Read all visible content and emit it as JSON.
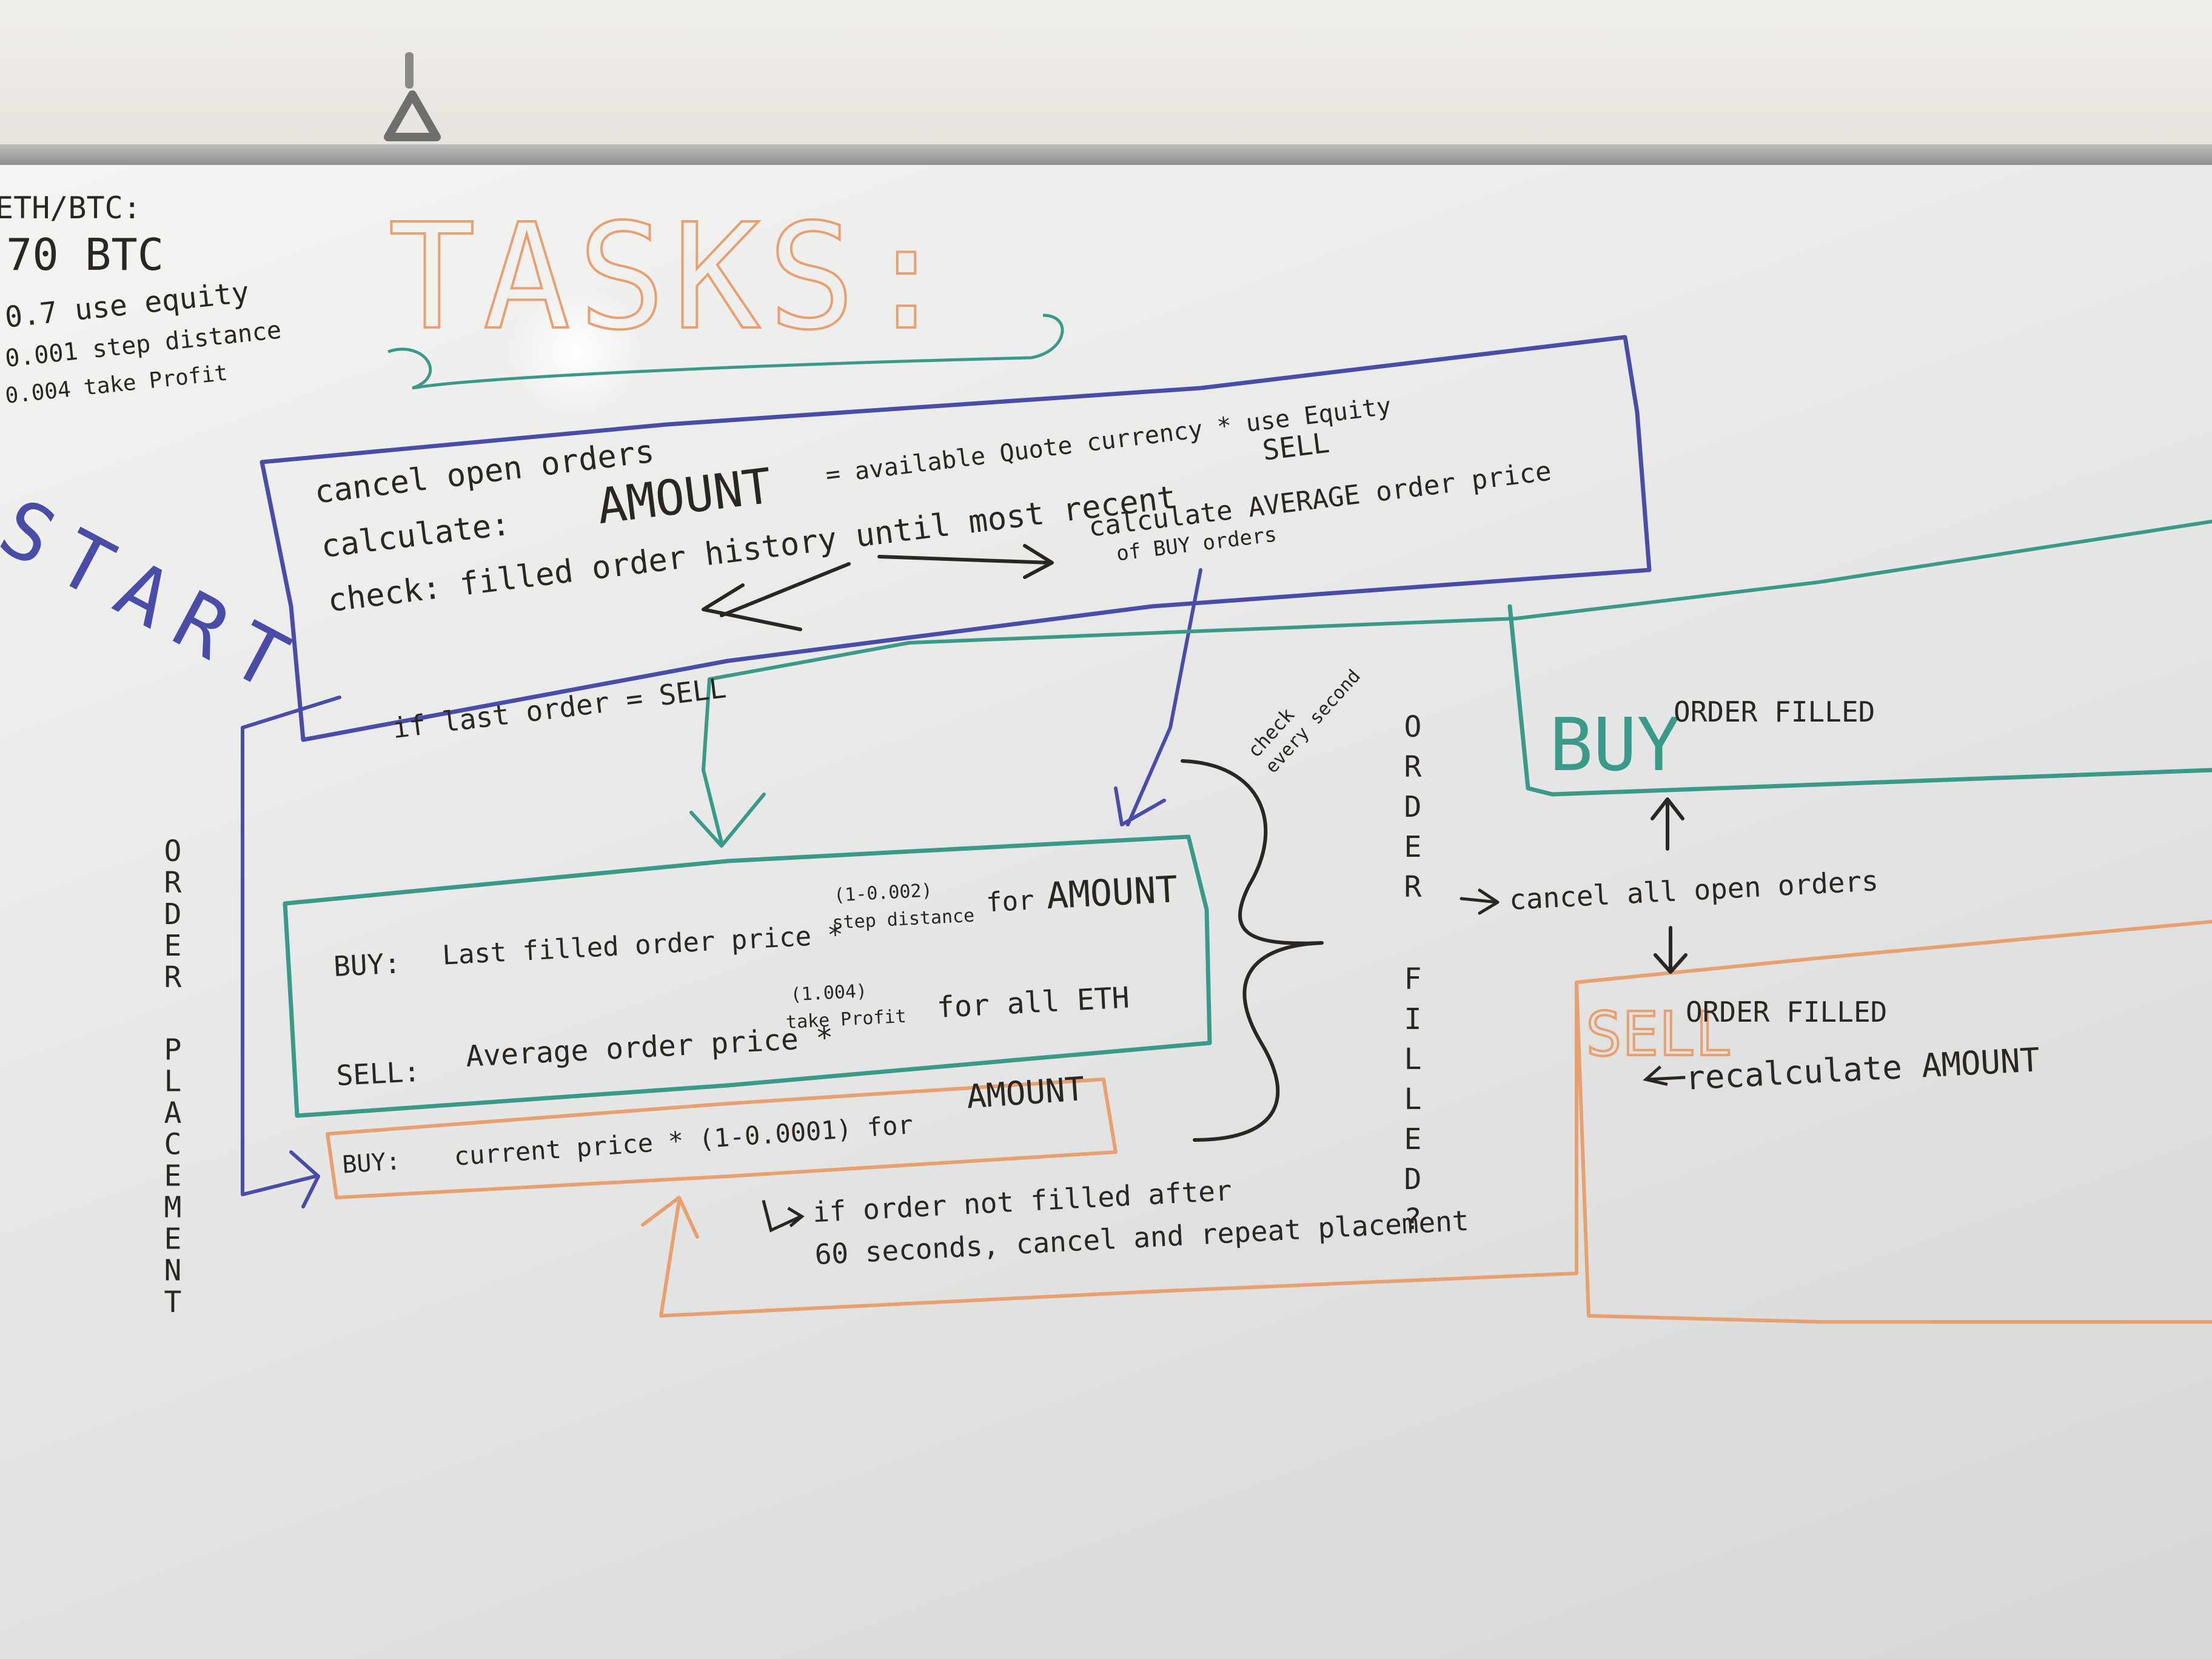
{
  "pair_notes": {
    "line1": "ETH/BTC:",
    "line2": "70 BTC",
    "line3": "0.7 use equity",
    "line4": "0.001 step distance",
    "line5": "0.004 take Profit"
  },
  "title": "TASKS:",
  "start_label": "START",
  "start_block": {
    "line1": "cancel open orders",
    "line2_prefix": "calculate:",
    "line2_amount": "AMOUNT",
    "line2_suffix": "= available Quote currency * use Equity",
    "line3_prefix": "check: filled order history until most recent",
    "line3_sell": "SELL",
    "line4": "calculate AVERAGE order price",
    "line5": "of BUY orders",
    "line6": "if last order = SELL"
  },
  "order_placement_label": "ORDER PLACEMENT",
  "order_filled_label": "ORDER FILLED?",
  "check_note": {
    "line1": "check",
    "line2": "every second"
  },
  "placement_green": {
    "buy_prefix": "BUY:",
    "buy_text": "Last filled order price *",
    "buy_factor_top": "(1-0.002)",
    "buy_factor_bottom": "step distance",
    "buy_for": "for",
    "buy_amount": "AMOUNT",
    "sell_prefix": "SELL:",
    "sell_text": "Average order price *",
    "sell_factor_top": "(1.004)",
    "sell_factor_bottom": "take Profit",
    "sell_for": "for all ETH"
  },
  "placement_orange": {
    "buy_prefix": "BUY:",
    "buy_text": "current price * (1-0.0001) for",
    "buy_amount": "AMOUNT"
  },
  "retry_note": {
    "line1": "if order not filled after",
    "line2": "60 seconds, cancel and repeat placement"
  },
  "cancel_all": "cancel all open orders",
  "buy_filled": {
    "big": "BUY",
    "small": "ORDER FILLED"
  },
  "sell_filled": {
    "big": "SELL",
    "small": "ORDER FILLED",
    "note": "recalculate AMOUNT"
  },
  "colors": {
    "blue_marker": "#4a4da8",
    "green_marker": "#3a9a8a",
    "orange_marker": "#e8a070",
    "black_marker": "#2a2622"
  }
}
